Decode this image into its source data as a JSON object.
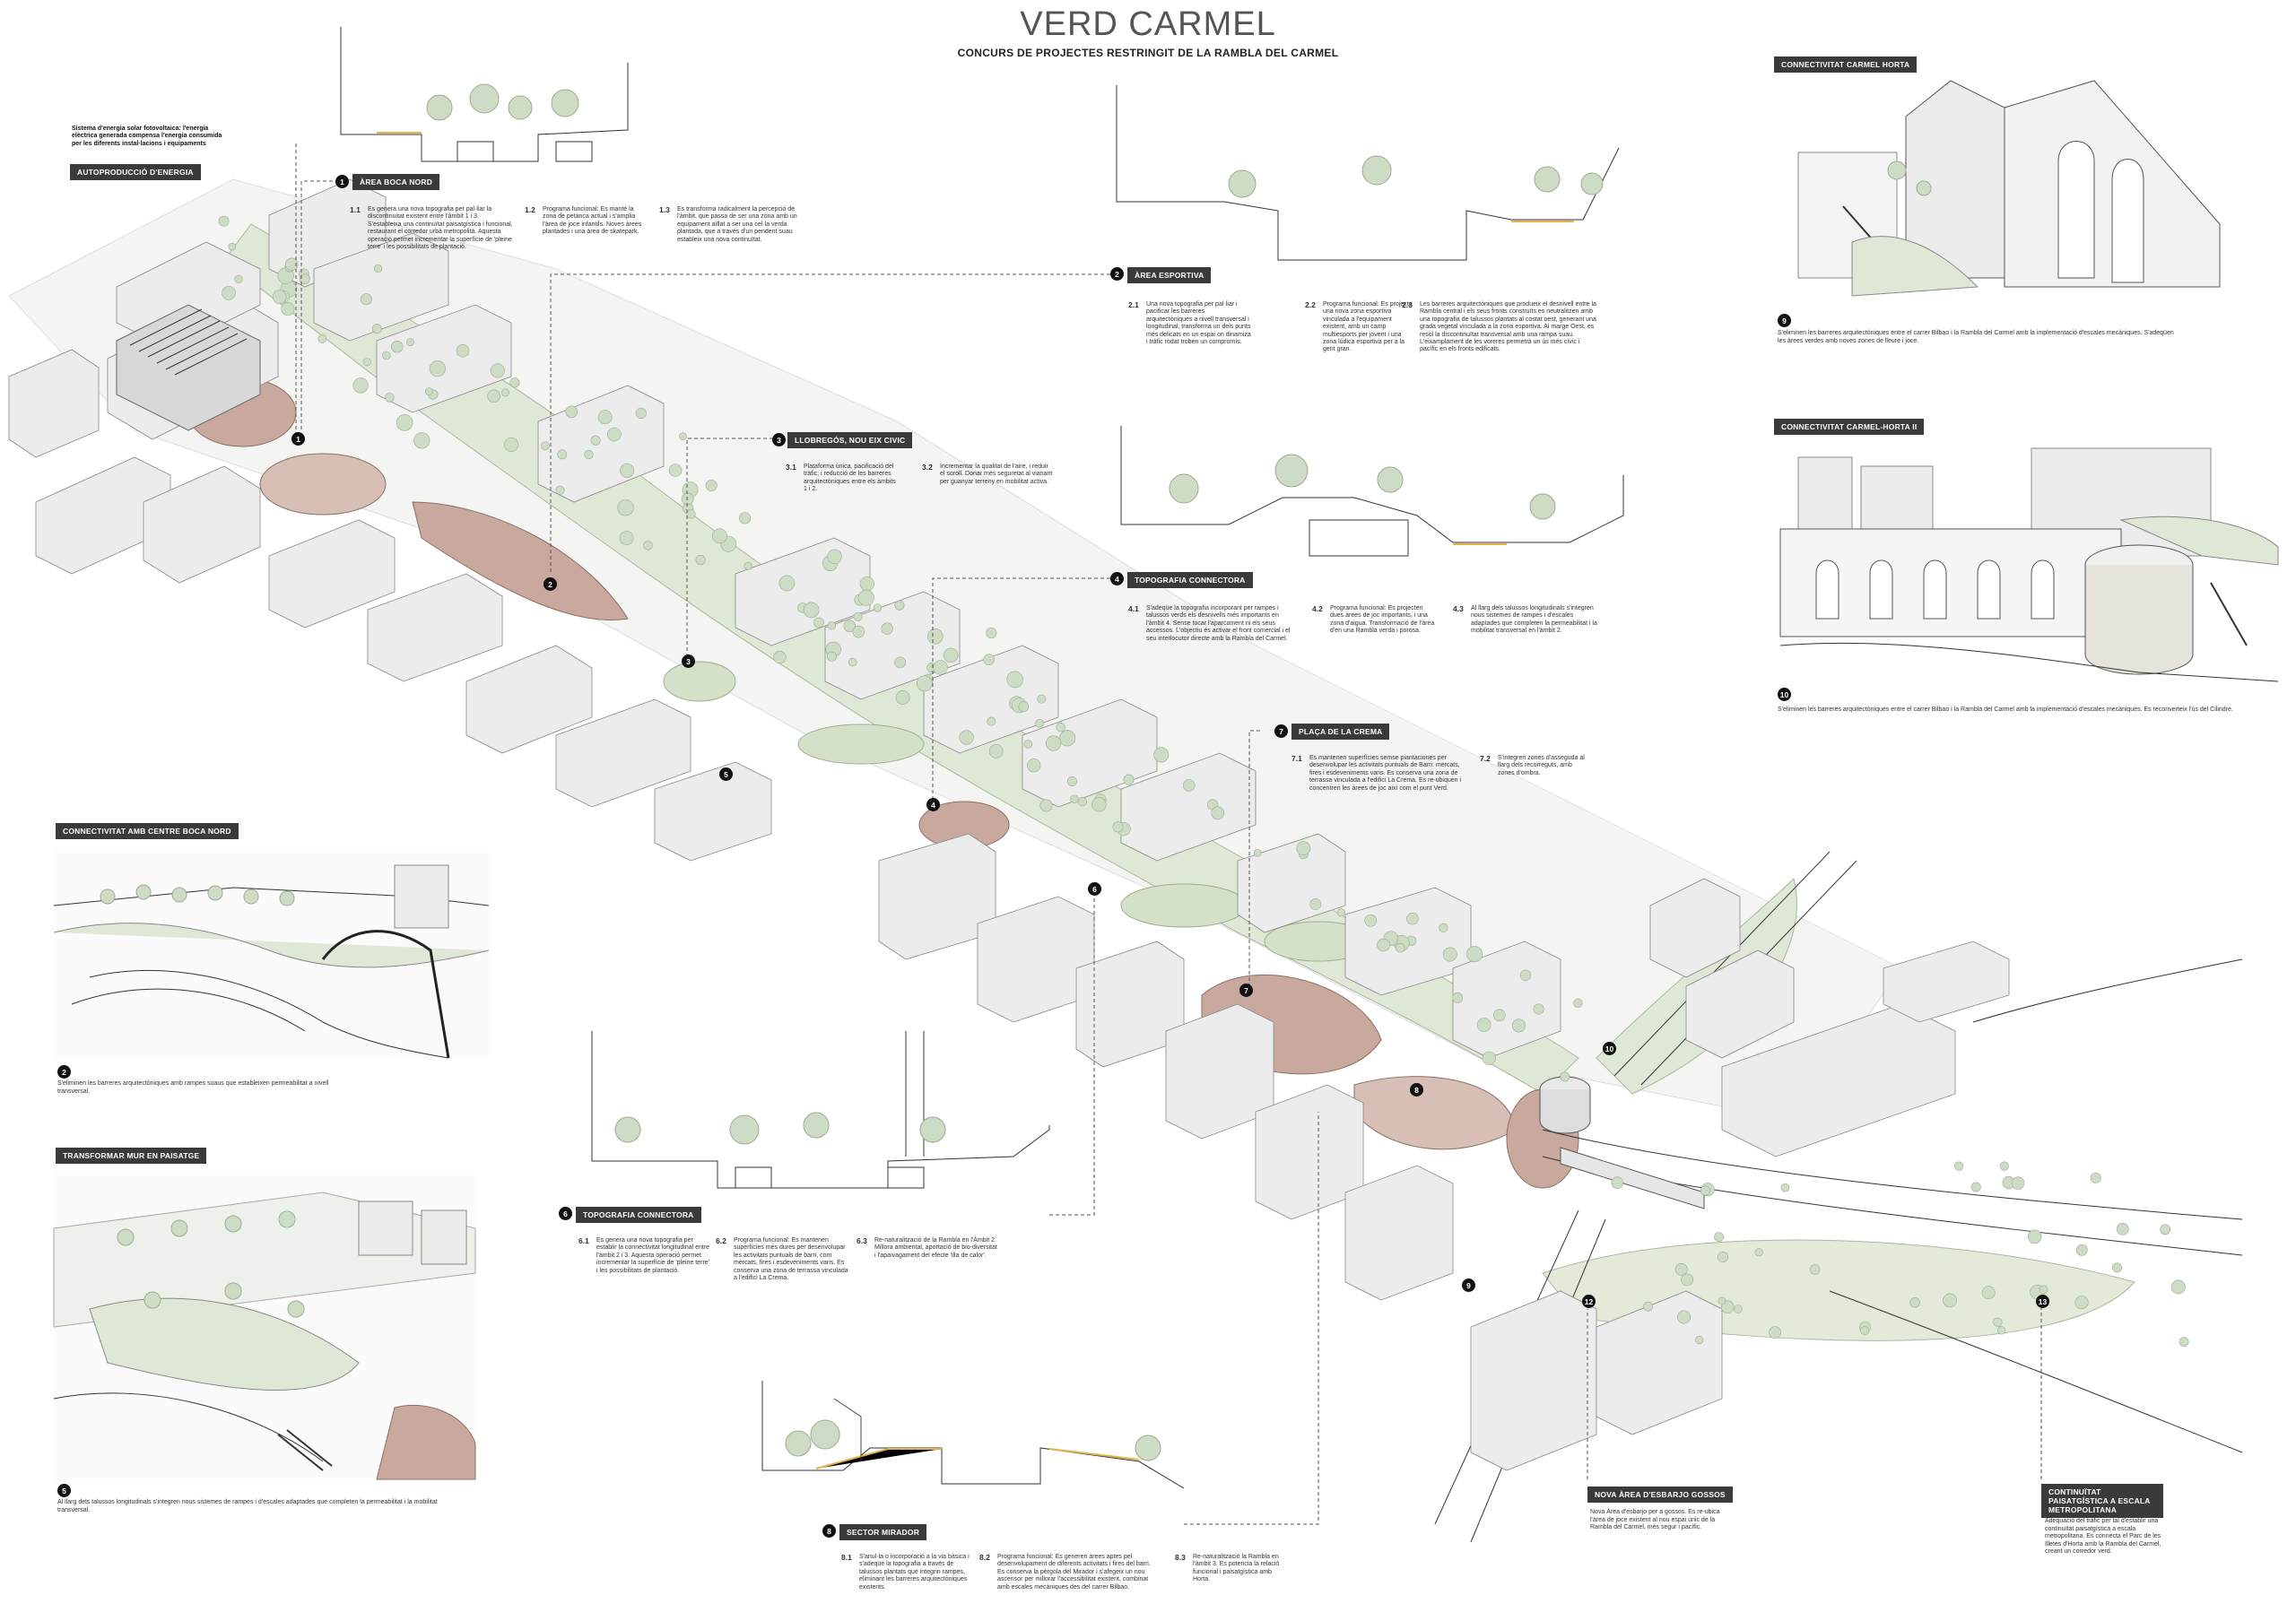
{
  "title": "VERD CARMEL",
  "subtitle": "CONCURS DE PROJECTES RESTRINGIT  DE LA RAMBLA DEL CARMEL",
  "solar_note": "Sistema d'energia solar fotovoltaica: l'energia elèctrica generada compensa l'energia consumida per les diferents instal·lacions i equipaments",
  "autoproduccio": "AUTOPRODUCCIÓ D'ENERGIA",
  "areas": [
    {
      "num": "1",
      "label": "ÀREA BOCA NORD",
      "items": [
        {
          "n": "1.1",
          "t": "Es genera una nova topografia per pal·liar la discontinuitat existent entre l'àmbit 1 i 3. S'estableixa una continuïtat paisatgística i funcional, restaurant el corredor urbà metropolità. Aquesta operació permet incrementar la superfície de 'pleine terre' i les possibilitats de plantació."
        },
        {
          "n": "1.2",
          "t": "Programa funcional: Es manté la zona de petanca actual i s'amplia l'àrea de joce infantils. Noves àrees plantades i una àrea de skatepark."
        },
        {
          "n": "1.3",
          "t": "Es transforma radicalment la percepció de l'àmbit, que passa de ser una zona amb un equipament aïllat a ser una cel·la verda plantada, que a través d'un pendent suau estableix una nova continuïtat."
        }
      ]
    },
    {
      "num": "2",
      "label": "ÀREA ESPORTIVA",
      "items": [
        {
          "n": "2.1",
          "t": "Una nova topografia per pal·liar i pacificar les barreres arquitectòniques a nivell transversal i longitudinal, transforma un dels punts més delicats en un espai on dinamiza i tràfic rodat troben un compromís."
        },
        {
          "n": "2.2",
          "t": "Programa funcional: Es projecta una nova zona esportiva vinculada a l'equipament existent, amb un camp multiesports per jovent i una zona lúdica esportiva per a la gent gran."
        },
        {
          "n": "2.3",
          "t": "Les barreres arquitectòniques que produeix el desnivell entre la Rambla central i els seus fronts construïts es neutralitzen amb una topografia de talussos plantats al costat oest, generant una grada vegetal vinculada a la zona esportiva. Al marge Oest, es resol la discontinuïtat transversal amb una rampa suau. L'eixamplament de les voreres permetrà un ús més cívic i pacífic en els fronts edificats."
        }
      ]
    },
    {
      "num": "3",
      "label": "LLOBREGÓS, NOU EIX CIVIC",
      "items": [
        {
          "n": "3.1",
          "t": "Plataforma única, pacificació del tràfic, i reducció de les barreres arquitectòniques entre els àmbits 1 i 2."
        },
        {
          "n": "3.2",
          "t": "Incrementar la qualitat de l'aire, i reduir el soroll. Donar més seguretat al vianant per guanyar terreny en mobilitat activa."
        }
      ]
    },
    {
      "num": "4",
      "label": "TOPOGRAFIA CONNECTORA",
      "items": [
        {
          "n": "4.1",
          "t": "S'adeqüe la topografia incorporant per rampes i talussos verds els desnivells més importants en l'àmbit 4. Sense tocar l'aparcament ni els seus accessos. L'objectiu és activar el front comercial i el seu interlocutor directe amb la Rambla del Carmel."
        },
        {
          "n": "4.2",
          "t": "Programa funcional: Es projecten dues àrees de joc importants, i una zona d'aigua. Transformació de l'àrea d'en una Rambla verda i porosa."
        },
        {
          "n": "4.3",
          "t": "Al llarg dels talussos longitudinals s'integren nous sistemes de rampes i d'escales adaptades que completen la permeabilitat i la mobilitat transversal en l'àmbit 2."
        }
      ]
    },
    {
      "num": "6",
      "label": "TOPOGRAFIA CONNECTORA",
      "items": [
        {
          "n": "6.1",
          "t": "Es genera una nova topografia per establir la connectivitat longitudinal entre l'àmbit 2 i 3. Aquesta operació permet incrementar la superfície de 'pleine terre' i les possibilitats de plantació."
        },
        {
          "n": "6.2",
          "t": "Programa funcional: Es mantenen superfícies més dures per desenvolupar les activitats puntuals de barri, com mercats, fires i esdeveniments varis. Es conserva una zona de terrassa vinculada a l'edifici La Crema."
        },
        {
          "n": "6.3",
          "t": "Re-naturalització de la Rambla en l'Àmbit 2. Millora ambiental, aportació de bio-diversitat i l'apaivagament del efecte 'illa de calor'."
        }
      ]
    },
    {
      "num": "7",
      "label": "PLAÇA DE LA CREMA",
      "items": [
        {
          "n": "7.1",
          "t": "Es mantenen superfícies semse piantaciones per desenvolupar les activitats puntuals de Barri: mercats, fires i esdeveniments varis. Es conserva una zona de terrassa vinculada a l'edifici La Crema. Es re-ubiquen i concentren les àrees de joc així com el punt Verd."
        },
        {
          "n": "7.2",
          "t": "S'integren zones d'asseguda al llarg dels recorreguts, amb zones d'ombra."
        }
      ]
    },
    {
      "num": "8",
      "label": "SECTOR MIRADOR",
      "items": [
        {
          "n": "8.1",
          "t": "S'anul·la o incorporació a la via bàsica i s'adeqüe la topografia a través de talussos plantats que integrin rampes, eliminant les barreres arquitectòniques existents."
        },
        {
          "n": "8.2",
          "t": "Programa funcional: Es generen àrees aptes pel desenvolupament de diferents activitats i fires del barri. Es conserva la pèrgola del Mirador i s'afegeix un nou ascensor per millorar l'accessibilitat existent, combinat amb escales mecàniques des del carrer Bilbao."
        },
        {
          "n": "8.3",
          "t": "Re-naturalització la Rambla en l'àmbit 3. Es potencia la relació funcional i paisatgística amb Horta."
        }
      ]
    }
  ],
  "connect_boca_nord": {
    "label": "CONNECTIVITAT AMB CENTRE BOCA NORD",
    "num": "2",
    "cap": "S'eliminen les barreres arquitectòniques amb rampes suaus que estableixen permeabilitat a nivell transversal."
  },
  "transformar": {
    "label": "TRANSFORMAR  MUR EN PAISATGE",
    "num": "5",
    "cap": "Al llarg dels talussos longitudinals s'integren nous sistemes de rampes i d'escales adaptades que completen la permeabilitat i la mobilitat transversal."
  },
  "connect_horta": {
    "label": "CONNECTIVITAT CARMEL HORTA",
    "num": "9",
    "cap": "S'eliminen les barreres arquitectòniques entre el carrer Bilbao i la Rambla del Carmel amb la implementació d'escales mecàniques. S'adeqüen les àrees verdes amb noves zones de lleure i joce."
  },
  "connect_horta2": {
    "label": "CONNECTIVITAT CARMEL-HORTA II",
    "num": "10",
    "cap": "S'eliminen les barreres arquitectòniques entre el carrer Bilbao i la Rambla del Carmel amb la implementació d'escales mecàniques. Es reconverteix l'ús del Cilindre."
  },
  "gossos": {
    "num": "12",
    "label": "NOVA ÀREA D'ESBARJO GOSSOS",
    "cap": "Nova Àrea d'esbarjo per a gossos. Es re-ubica l'àrea de joce existent al nou espai únic de la Rambla del Carmel, més segur i pacífic."
  },
  "continuitat": {
    "num": "13",
    "label": "CONTINUÏTAT PAISATGÍSTICA A ESCALA METROPOLITANA",
    "cap": "Adequació del tràfic per tal d'establir una continuïtat paisatgística a escala metropolitana. Es connecta el Parc de les Illetes d'Horta amb la Rambla del Carmel, creant un corredor verd."
  },
  "map_markers": [
    "1",
    "2",
    "3",
    "4",
    "5",
    "6",
    "7",
    "8",
    "9",
    "10",
    "12",
    "13"
  ]
}
